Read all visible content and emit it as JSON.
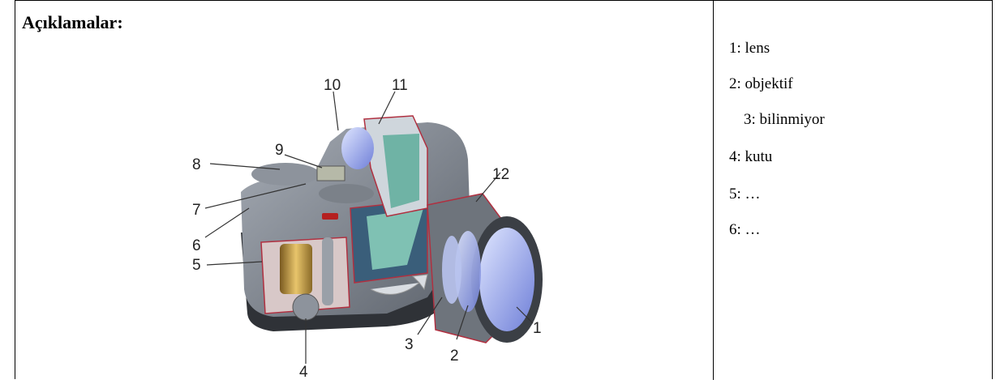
{
  "heading": "Açıklamalar:",
  "figure": {
    "icon": "camera-cutaway-icon",
    "labels": [
      "1",
      "2",
      "3",
      "4",
      "5",
      "6",
      "7",
      "8",
      "9",
      "10",
      "11",
      "12"
    ]
  },
  "items": [
    "1: lens",
    "2: objektif",
    "3: bilinmiyor",
    "4: kutu",
    "5: …",
    "6: …"
  ]
}
